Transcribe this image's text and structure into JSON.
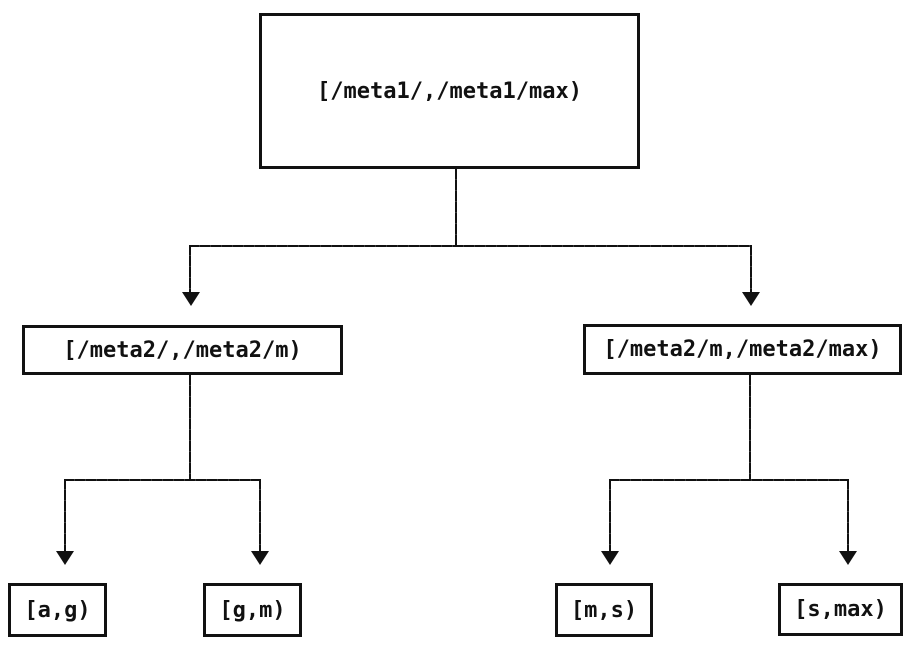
{
  "diagram": {
    "type": "tree",
    "background_color": "#ffffff",
    "line_color": "#111111",
    "text_color": "#111111",
    "nodes": {
      "root": {
        "label": "[/meta1/,/meta1/max)"
      },
      "meta2_left": {
        "label": "[/meta2/,/meta2/m)"
      },
      "meta2_right": {
        "label": "[/meta2/m,/meta2/max)"
      },
      "leaf_ag": {
        "label": "[a,g)"
      },
      "leaf_gm": {
        "label": "[g,m)"
      },
      "leaf_ms": {
        "label": "[m,s)"
      },
      "leaf_smax": {
        "label": "[s,max)"
      }
    },
    "edges": [
      {
        "from": "root",
        "to": "meta2_left"
      },
      {
        "from": "root",
        "to": "meta2_right"
      },
      {
        "from": "meta2_left",
        "to": "leaf_ag"
      },
      {
        "from": "meta2_left",
        "to": "leaf_gm"
      },
      {
        "from": "meta2_right",
        "to": "leaf_ms"
      },
      {
        "from": "meta2_right",
        "to": "leaf_smax"
      }
    ]
  }
}
